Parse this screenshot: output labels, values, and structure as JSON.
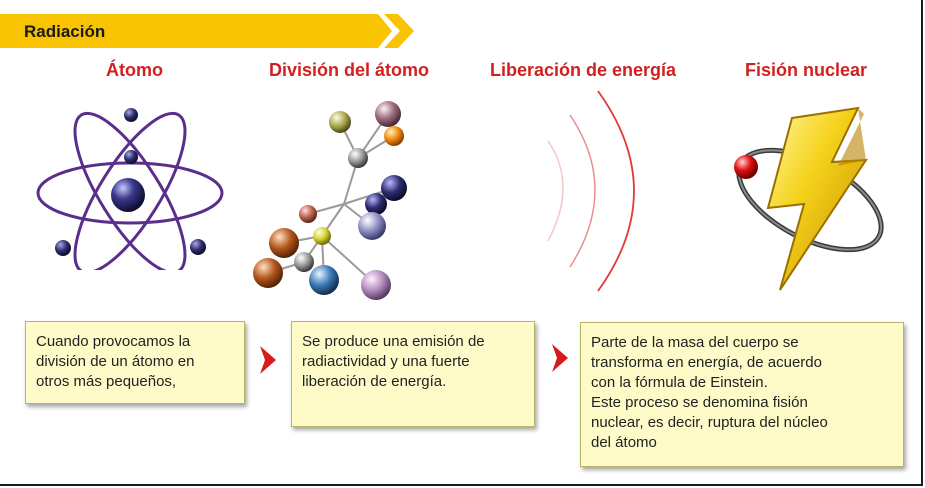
{
  "banner": {
    "title": "Radiación",
    "color": "#f8c300"
  },
  "steps": [
    {
      "title": "Átomo",
      "icon": "atom-icon"
    },
    {
      "title": "División del átomo",
      "icon": "molecule-split-icon"
    },
    {
      "title": "Liberación de energía",
      "icon": "energy-waves-icon"
    },
    {
      "title": "Fisión nuclear",
      "icon": "lightning-bolt-icon"
    }
  ],
  "notes": [
    {
      "lines": [
        "Cuando provocamos la",
        "división de un átomo en",
        "otros más pequeños,"
      ]
    },
    {
      "lines": [
        "Se produce una emisión de",
        "radiactividad y una fuerte",
        "liberación de energía."
      ]
    },
    {
      "lines": [
        "Parte de la masa del cuerpo se",
        "transforma en energía, de acuerdo",
        "con la fórmula de Einstein.",
        "Este proceso se denomina fisión",
        "nuclear, es decir, ruptura del núcleo",
        "del átomo"
      ]
    }
  ],
  "colors": {
    "title_red": "#d21f1f",
    "note_bg": "#fefbc9",
    "arrow_red": "#d91a1a",
    "orbit_purple": "#5a2e8c",
    "bolt_yellow": "#f5d21b"
  }
}
